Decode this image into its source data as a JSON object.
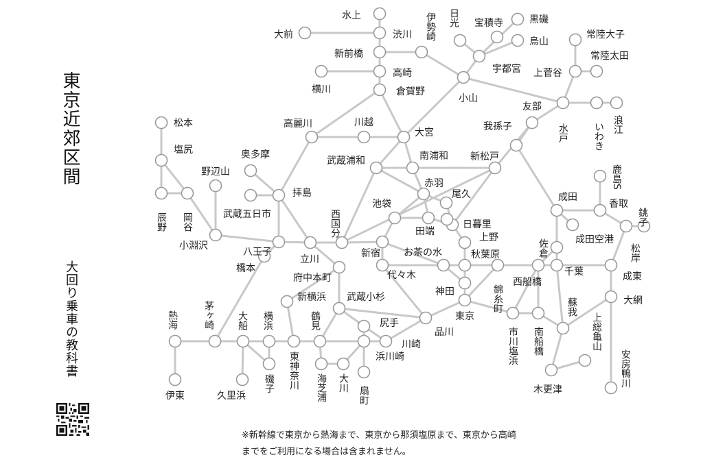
{
  "title": "東京近郊区間",
  "subtitle": "大回り乗車の教科書",
  "note_lines": [
    "※新幹線で東京から熱海まで、東京から那須塩原まで、東京から高崎",
    "までをご利用になる場合は含まれません。"
  ],
  "qr_icon": "qr-code-icon",
  "stations": [
    {
      "id": "minakami",
      "label": "水上"
    },
    {
      "id": "oomae",
      "label": "大前"
    },
    {
      "id": "shibukawa",
      "label": "渋川"
    },
    {
      "id": "shinmaebashi",
      "label": "新前橋"
    },
    {
      "id": "takasaki",
      "label": "高崎"
    },
    {
      "id": "yokokawa",
      "label": "横川"
    },
    {
      "id": "kuragano",
      "label": "倉賀野"
    },
    {
      "id": "isesaki",
      "label": "伊勢崎"
    },
    {
      "id": "nikko",
      "label": "日光"
    },
    {
      "id": "hoshakuji",
      "label": "宝積寺"
    },
    {
      "id": "kurosiso",
      "label": "黒磯"
    },
    {
      "id": "karasuyama",
      "label": "烏山"
    },
    {
      "id": "utsunomiya",
      "label": "宇都宮"
    },
    {
      "id": "oyama",
      "label": "小山"
    },
    {
      "id": "hitachiota",
      "label": "常陸大子"
    },
    {
      "id": "hitachiota2",
      "label": "常陸太田"
    },
    {
      "id": "kamisugaya",
      "label": "上菅谷"
    },
    {
      "id": "tomobe",
      "label": "友部"
    },
    {
      "id": "mito",
      "label": "水戸"
    },
    {
      "id": "iwaki",
      "label": "いわき"
    },
    {
      "id": "namie",
      "label": "浪江"
    },
    {
      "id": "abiko",
      "label": "我孫子"
    },
    {
      "id": "matsumoto",
      "label": "松本"
    },
    {
      "id": "shiojiri",
      "label": "塩尻"
    },
    {
      "id": "tatsuno",
      "label": "辰野"
    },
    {
      "id": "okaya",
      "label": "岡谷"
    },
    {
      "id": "nobeyama",
      "label": "野辺山"
    },
    {
      "id": "kobuchizawa",
      "label": "小淵沢"
    },
    {
      "id": "komagawa",
      "label": "高麗川"
    },
    {
      "id": "kawagoe",
      "label": "川越"
    },
    {
      "id": "omiya",
      "label": "大宮"
    },
    {
      "id": "okutama",
      "label": "奥多摩"
    },
    {
      "id": "musashiitsukaichi",
      "label": "武蔵五日市"
    },
    {
      "id": "haijima",
      "label": "拝島"
    },
    {
      "id": "musashiurawa",
      "label": "武蔵浦和"
    },
    {
      "id": "minamiurawa",
      "label": "南浦和"
    },
    {
      "id": "shinmatsudo",
      "label": "新松戸"
    },
    {
      "id": "kashimajingu",
      "label": "鹿島S"
    },
    {
      "id": "akabane",
      "label": "赤羽"
    },
    {
      "id": "oku",
      "label": "尾久"
    },
    {
      "id": "ikebukuro",
      "label": "池袋"
    },
    {
      "id": "tabata",
      "label": "田端"
    },
    {
      "id": "nippori",
      "label": "日暮里"
    },
    {
      "id": "nishikokubunji",
      "label": "西国分"
    },
    {
      "id": "narita",
      "label": "成田"
    },
    {
      "id": "katori",
      "label": "香取"
    },
    {
      "id": "choshi",
      "label": "銚子"
    },
    {
      "id": "naritaairport",
      "label": "成田空港"
    },
    {
      "id": "sakura",
      "label": "佐倉"
    },
    {
      "id": "matsugishi",
      "label": "松岸"
    },
    {
      "id": "hachioji",
      "label": "八王子"
    },
    {
      "id": "hashimoto",
      "label": "橋本"
    },
    {
      "id": "tachikawa",
      "label": "立川"
    },
    {
      "id": "fuchuhonmachi",
      "label": "府中本町"
    },
    {
      "id": "shinjuku",
      "label": "新宿"
    },
    {
      "id": "yoyogi",
      "label": "代々木"
    },
    {
      "id": "ochanomizu",
      "label": "お茶の水"
    },
    {
      "id": "ueno",
      "label": "上野"
    },
    {
      "id": "akihabara",
      "label": "秋葉原"
    },
    {
      "id": "kanda",
      "label": "神田"
    },
    {
      "id": "kinshicho",
      "label": "錦糸町"
    },
    {
      "id": "nishifunabashi",
      "label": "西船橋"
    },
    {
      "id": "chiba",
      "label": "千葉"
    },
    {
      "id": "narito",
      "label": "成東"
    },
    {
      "id": "oami",
      "label": "大網"
    },
    {
      "id": "shinyokohama",
      "label": "新横浜"
    },
    {
      "id": "musashikosugi",
      "label": "武蔵小杉"
    },
    {
      "id": "tokyo",
      "label": "東京"
    },
    {
      "id": "soga",
      "label": "蘇我"
    },
    {
      "id": "kazusakameyama",
      "label": "上総亀山"
    },
    {
      "id": "atami",
      "label": "熱海"
    },
    {
      "id": "chigasaki",
      "label": "茅ヶ崎"
    },
    {
      "id": "ofuna",
      "label": "大船"
    },
    {
      "id": "yokohama",
      "label": "横浜"
    },
    {
      "id": "tsurumi",
      "label": "鶴見"
    },
    {
      "id": "shiriteshi",
      "label": "尻手"
    },
    {
      "id": "kawasaki",
      "label": "川崎"
    },
    {
      "id": "shinagawa",
      "label": "品川"
    },
    {
      "id": "hamakawasaki",
      "label": "浜川崎"
    },
    {
      "id": "ichikawashiohama",
      "label": "市川塩浜"
    },
    {
      "id": "minamifunabashi",
      "label": "南船橋"
    },
    {
      "id": "awakamogawa",
      "label": "安房鴨川"
    },
    {
      "id": "kisarazu",
      "label": "木更津"
    },
    {
      "id": "ito",
      "label": "伊東"
    },
    {
      "id": "kurihama",
      "label": "久里浜"
    },
    {
      "id": "isogo",
      "label": "磯子"
    },
    {
      "id": "higashikanagawa",
      "label": "東神奈川"
    },
    {
      "id": "umishibaura",
      "label": "海芝浦"
    },
    {
      "id": "okawa",
      "label": "大川"
    },
    {
      "id": "ogimachi",
      "label": "扇町"
    }
  ]
}
